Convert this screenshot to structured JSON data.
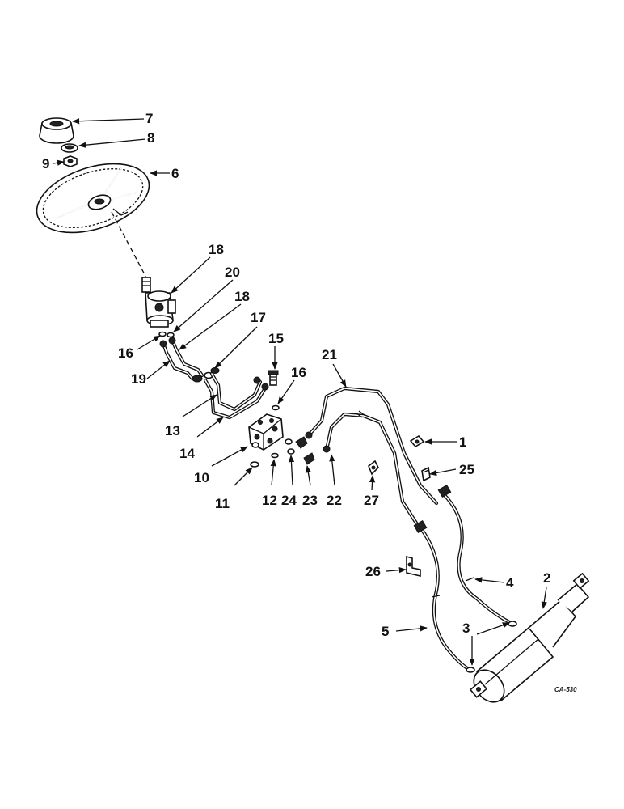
{
  "diagram_code": "CA-530",
  "callouts": [
    "1",
    "2",
    "3",
    "4",
    "5",
    "6",
    "7",
    "8",
    "9",
    "10",
    "11",
    "12",
    "13",
    "14",
    "15",
    "16",
    "16",
    "17",
    "18",
    "18",
    "19",
    "20",
    "21",
    "22",
    "23",
    "24",
    "25",
    "26",
    "27"
  ]
}
